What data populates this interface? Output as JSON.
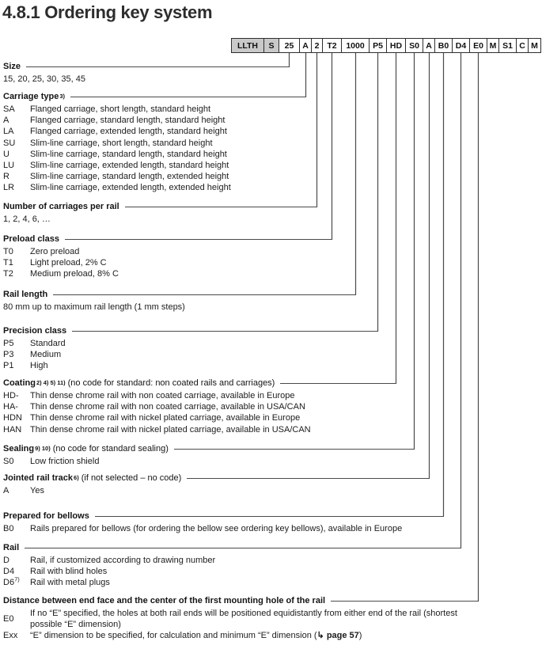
{
  "title": "4.8.1 Ordering key system",
  "colors": {
    "shaded_box": "#c9c9c9",
    "line": "#4a4a4a"
  },
  "ordering_key": {
    "boxes": [
      {
        "code": "LLTH",
        "shaded": true
      },
      {
        "code": "S",
        "shaded": true
      },
      {
        "code": "25"
      },
      {
        "code": "A"
      },
      {
        "code": "2"
      },
      {
        "code": "T2"
      },
      {
        "code": "1000"
      },
      {
        "code": "P5"
      },
      {
        "code": "HD"
      },
      {
        "code": "S0"
      },
      {
        "code": "A"
      },
      {
        "code": "B0"
      },
      {
        "code": "D4"
      },
      {
        "code": "E0"
      },
      {
        "code": "M"
      },
      {
        "code": "S1"
      },
      {
        "code": "C"
      },
      {
        "code": "M"
      }
    ]
  },
  "sections": [
    {
      "title": "Size",
      "items": [
        {
          "code": "",
          "desc": "15, 20, 25, 30, 35, 45"
        }
      ]
    },
    {
      "title": "Carriage type",
      "sup": "3)",
      "items": [
        {
          "code": "SA",
          "desc": "Flanged carriage, short length, standard height"
        },
        {
          "code": "A",
          "desc": "Flanged carriage, standard length, standard height"
        },
        {
          "code": "LA",
          "desc": "Flanged carriage, extended length, standard height"
        },
        {
          "code": "SU",
          "desc": "Slim-line carriage, short length, standard height"
        },
        {
          "code": "U",
          "desc": "Slim-line carriage, standard length, standard height"
        },
        {
          "code": "LU",
          "desc": "Slim-line carriage, extended length, standard height"
        },
        {
          "code": "R",
          "desc": "Slim-line carriage, standard length, extended height"
        },
        {
          "code": "LR",
          "desc": "Slim-line carriage, extended length, extended height"
        }
      ]
    },
    {
      "title": "Number of carriages per rail",
      "items": [
        {
          "code": "",
          "desc": "1, 2, 4, 6, …"
        }
      ]
    },
    {
      "title": "Preload class",
      "items": [
        {
          "code": "T0",
          "desc": "Zero preload"
        },
        {
          "code": "T1",
          "desc": "Light preload, 2% C"
        },
        {
          "code": "T2",
          "desc": "Medium preload, 8% C"
        }
      ]
    },
    {
      "title": "Rail length",
      "items": [
        {
          "code": "",
          "desc": "80 mm up to maximum rail length (1 mm steps)"
        }
      ]
    },
    {
      "title": "Precision class",
      "items": [
        {
          "code": "P5",
          "desc": "Standard"
        },
        {
          "code": "P3",
          "desc": "Medium"
        },
        {
          "code": "P1",
          "desc": "High"
        }
      ]
    },
    {
      "title": "Coating",
      "sup": "2) 4) 5) 11)",
      "note": "(no code for standard: non coated rails and carriages)",
      "items": [
        {
          "code": "HD-",
          "desc": "Thin dense chrome rail with non coated carriage, available in Europe"
        },
        {
          "code": "HA-",
          "desc": "Thin dense chrome rail with non coated carriage, available in USA/CAN"
        },
        {
          "code": "HDN",
          "desc": "Thin dense chrome rail with nickel plated carriage, available in Europe"
        },
        {
          "code": "HAN",
          "desc": "Thin dense chrome rail with nickel plated carriage, available in USA/CAN"
        }
      ]
    },
    {
      "title": "Sealing",
      "sup": "9) 10)",
      "note": "(no code for standard sealing)",
      "items": [
        {
          "code": "S0",
          "desc": "Low friction shield"
        }
      ]
    },
    {
      "title": "Jointed rail track",
      "sup": "6)",
      "note": "(if not selected – no code)",
      "items": [
        {
          "code": "A",
          "desc": "Yes"
        }
      ]
    },
    {
      "title": "Prepared for bellows",
      "items": [
        {
          "code": "B0",
          "desc": "Rails prepared for bellows (for ordering the bellow see ordering key bellows), available in Europe"
        }
      ]
    },
    {
      "title": "Rail",
      "items": [
        {
          "code": "D",
          "desc": "Rail, if customized according to drawing number"
        },
        {
          "code": "D4",
          "desc": "Rail with blind holes"
        },
        {
          "code": "D6",
          "code_sup": "7)",
          "desc": "Rail with metal plugs"
        }
      ]
    },
    {
      "title": "Distance between end face and the center of the first mounting hole of the rail",
      "items": [
        {
          "code": "E0",
          "wrap": true,
          "desc": "If no “E” specified, the holes at both rail ends will be positioned equidistantly from either end of the rail (shortest possible “E” dimension)"
        },
        {
          "code": "Exx",
          "desc": "“E” dimension to be specified, for calculation and minimum “E” dimension (",
          "link": "↳ page 57",
          "post": ")"
        }
      ]
    }
  ]
}
